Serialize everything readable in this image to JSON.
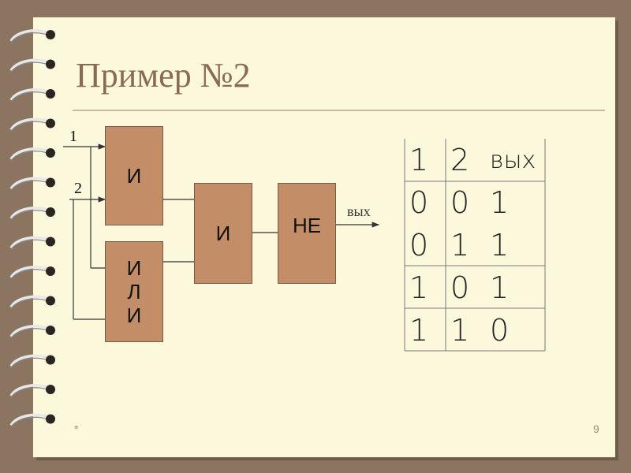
{
  "slide": {
    "title": "Пример №2",
    "footer_left": "*",
    "page_number": "9"
  },
  "diagram": {
    "inputs": [
      "1",
      "2"
    ],
    "gates": {
      "and1": "И",
      "or": [
        "И",
        "Л",
        "И"
      ],
      "and2": "И",
      "not": "НЕ"
    },
    "output_label": "вых"
  },
  "truth_table": {
    "headers": [
      "1",
      "2",
      "вых"
    ],
    "rows": [
      [
        "0",
        "0",
        "1"
      ],
      [
        "0",
        "1",
        "1"
      ],
      [
        "1",
        "0",
        "1"
      ],
      [
        "1",
        "1",
        "0"
      ]
    ]
  },
  "colors": {
    "background": "#8b7561",
    "slide": "#fbf8dc",
    "gate_fill": "#c28d67",
    "title": "#8b6a55"
  }
}
